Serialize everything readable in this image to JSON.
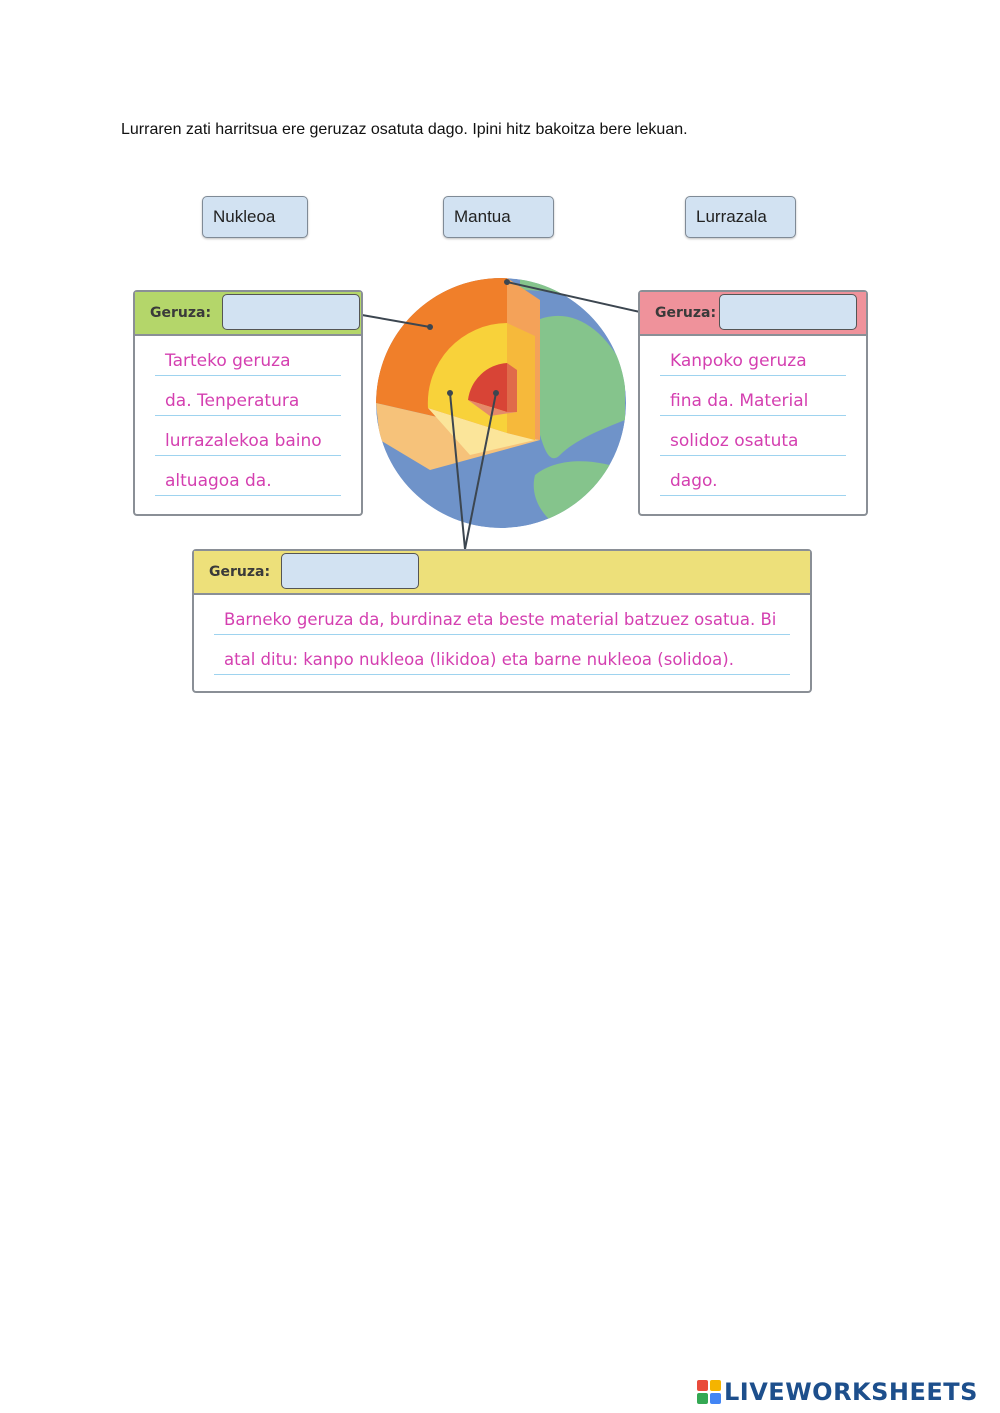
{
  "instruction": "Lurraren zati harritsua ere geruzaz osatuta dago. Ipini hitz bakoitza bere lekuan.",
  "word_bank": [
    "Nukleoa",
    "Mantua",
    "Lurrazala"
  ],
  "geruza_label": "Geruza:",
  "boxes": {
    "left": {
      "header_color": "#b4d66a",
      "lines": [
        "Tarteko geruza",
        "da. Tenperatura",
        "lurrazalekoa baino",
        "altuagoa da."
      ]
    },
    "right": {
      "header_color": "#ef929b",
      "lines": [
        "Kanpoko geruza",
        "fina da. Material",
        "solidoz osatuta",
        "dago."
      ]
    },
    "bottom": {
      "header_color": "#ede07a",
      "lines": [
        "Barneko geruza da, burdinaz eta beste material batzuez osatua. Bi",
        "atal ditu: kanpo nukleoa (likidoa) eta barne nukleoa (solidoa)."
      ]
    }
  },
  "brand": {
    "text": "LIVEWORKSHEETS",
    "colors": [
      "#e94b3c",
      "#f5b400",
      "#34a853",
      "#4285f4"
    ]
  }
}
